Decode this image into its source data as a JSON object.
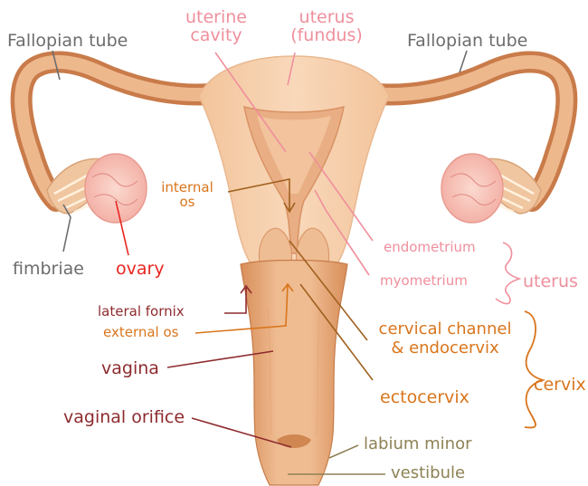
{
  "labels": {
    "uterine_cavity": "uterine\ncavity",
    "uterus_fundus": "uterus\n(fundus)",
    "fallopian_left": "Fallopian tube",
    "fallopian_right": "Fallopian tube",
    "internal_os": "internal\nos",
    "fimbriae": "fimbriae",
    "ovary": "ovary",
    "endometrium": "endometrium",
    "myometrium": "myometrium",
    "uterus": "uterus",
    "lateral_fornix": "lateral fornix",
    "external_os": "external os",
    "cervical_channel": "cervical channel\n& endocervix",
    "vagina": "vagina",
    "ectocervix": "ectocervix",
    "cervix": "cervix",
    "vaginal_orifice": "vaginal orifice",
    "labium_minor": "labium minor",
    "vestibule": "vestibule"
  },
  "colors": {
    "gray": "#6d6d6d",
    "pink": "#ef8f9c",
    "red": "#e8251f",
    "orange": "#d9751c",
    "maroon": "#8e2b2e",
    "olive": "#8d8255",
    "tissue_light": "#f6d3b4",
    "tissue_mid": "#ebb58a",
    "tissue_dark": "#c97b4a",
    "ovary": "#f7c9c0"
  }
}
